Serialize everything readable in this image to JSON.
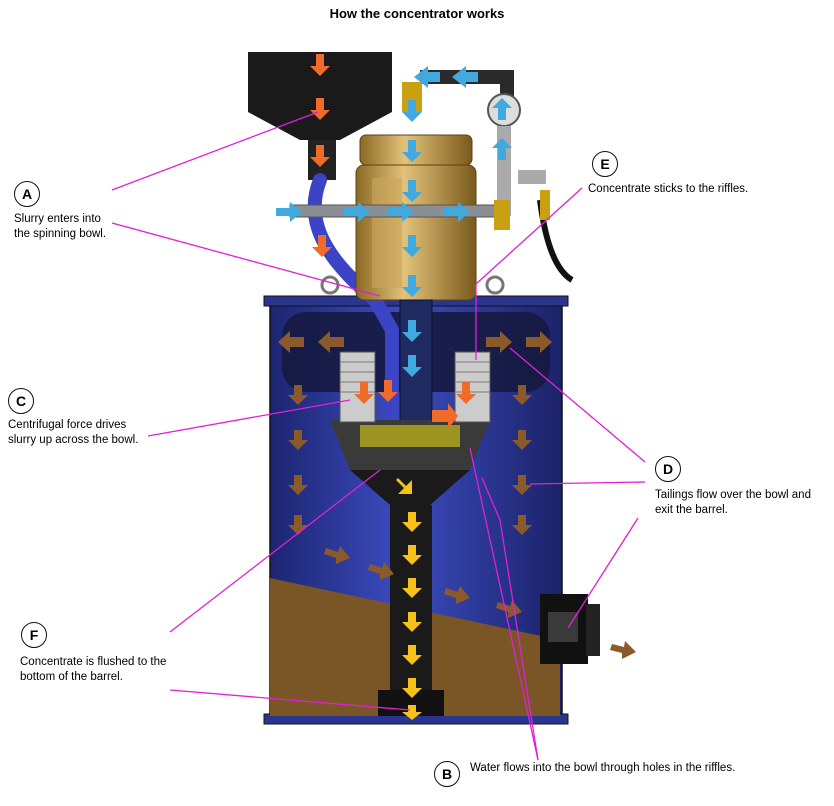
{
  "title": "How the concentrator works",
  "callouts": {
    "A": {
      "letter": "A",
      "line1": "Slurry enters into",
      "line2": "the spinning bowl."
    },
    "B": {
      "letter": "B",
      "line1": "Water flows into the bowl through holes in the riffles."
    },
    "C": {
      "letter": "C",
      "line1": "Centrifugal force drives",
      "line2": "slurry up across the bowl."
    },
    "D": {
      "letter": "D",
      "line1": "Tailings flow over the bowl and",
      "line2": "exit the barrel."
    },
    "E": {
      "letter": "E",
      "line1": "Concentrate sticks to the riffles."
    },
    "F": {
      "letter": "F",
      "line1": "Concentrate is flushed to the",
      "line2": "bottom of the barrel."
    }
  },
  "colors": {
    "barrel": "#2f3c9e",
    "sediment": "#7a5526",
    "motor": "#b98f3c",
    "slurry_arrow": "#f06a2a",
    "water_arrow": "#3fa9e0",
    "tailings_arrow": "#8a5a2b",
    "concentrate_arrow": "#f6c21a",
    "leader_line": "#e020d8"
  }
}
